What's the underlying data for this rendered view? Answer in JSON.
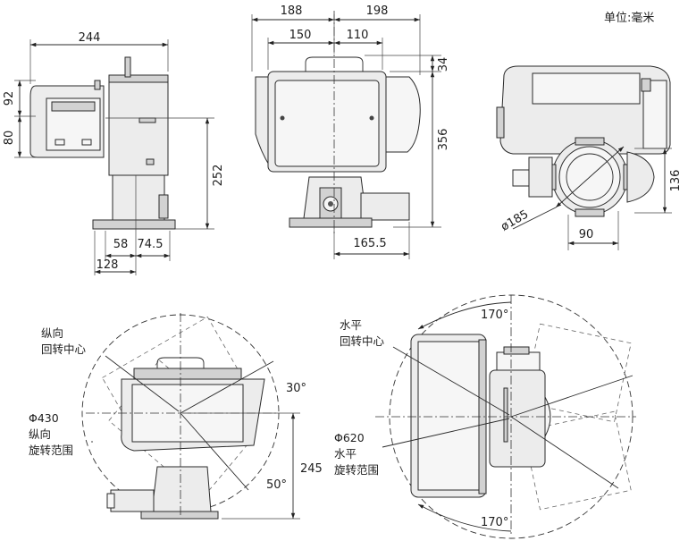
{
  "unit_label": "单位:毫米",
  "front_view": {
    "dim_width_top": "244",
    "dim_upper_left": "92",
    "dim_lower_left": "80",
    "dim_height_right": "252",
    "dim_base_a": "58",
    "dim_base_b": "74.5",
    "dim_base_total": "128"
  },
  "side_view": {
    "dim_left_top": "188",
    "dim_right_top": "198",
    "dim_left_inner": "150",
    "dim_right_inner": "110",
    "dim_handle": "34",
    "dim_height": "356",
    "dim_base": "165.5"
  },
  "top_view": {
    "dim_diameter": "ø185",
    "dim_offset": "90",
    "dim_height": "136"
  },
  "tilt_view": {
    "label_center_line1": "纵向",
    "label_center_line2": "回转中心",
    "label_range_line1": "Φ430",
    "label_range_line2": "纵向",
    "label_range_line3": "旋转范围",
    "angle_up": "30°",
    "angle_down": "50°",
    "dim_height": "245"
  },
  "pan_view": {
    "label_center_line1": "水平",
    "label_center_line2": "回转中心",
    "label_range_line1": "Φ620",
    "label_range_line2": "水平",
    "label_range_line3": "旋转范围",
    "angle_top": "170°",
    "angle_bottom": "170°"
  }
}
